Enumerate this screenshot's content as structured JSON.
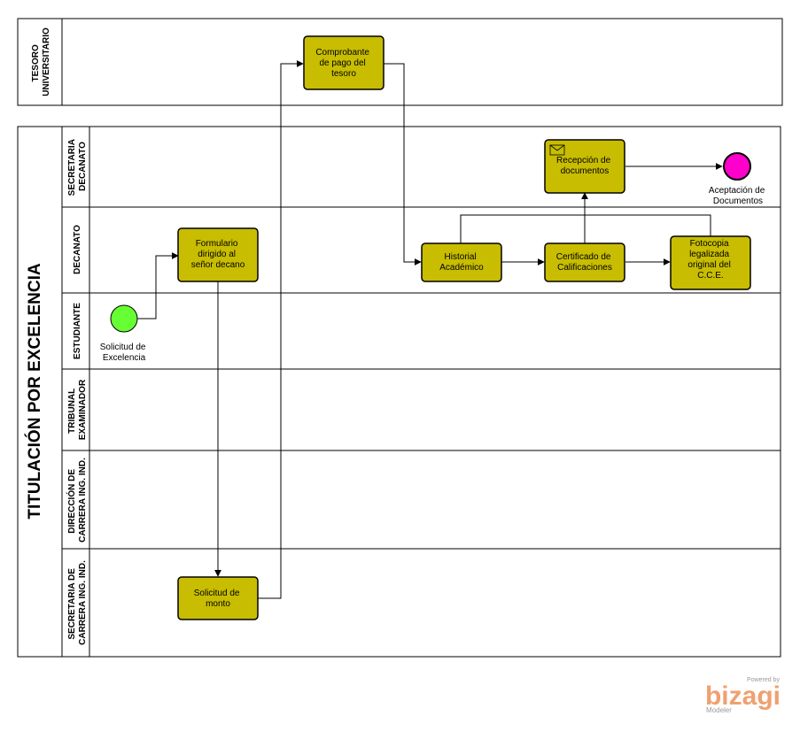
{
  "diagram": {
    "pool_title": "TITULACIÓN POR EXCELENCIA",
    "lanes": {
      "tesoro": [
        "TESORO",
        "UNIVERSITARIO"
      ],
      "secretaria_decanato": [
        "SECRETARIA",
        "DECANATO"
      ],
      "decanato": [
        "DECANATO"
      ],
      "estudiante": [
        "ESTUDIANTE"
      ],
      "tribunal": [
        "TRIBUNAL",
        "EXAMINADOR"
      ],
      "direccion": [
        "DIRECCIÓN DE",
        "CARRERA ING. IND."
      ],
      "secretaria_carrera": [
        "SECRETARIA DE",
        "CARRERA ING. IND."
      ]
    },
    "tasks": {
      "comprobante": [
        "Comprobante",
        "de pago del",
        "tesoro"
      ],
      "recepcion": [
        "Recepción de",
        "documentos"
      ],
      "formulario": [
        "Formulario",
        "dirigido al",
        "señor decano"
      ],
      "historial": [
        "Historial",
        "Académico"
      ],
      "certificado": [
        "Certificado de",
        "Calificaciones"
      ],
      "fotocopia": [
        "Fotocopia",
        "legalizada",
        "original del",
        "C.C.E."
      ],
      "solicitud_monto": [
        "Solicitud de",
        "monto"
      ]
    },
    "events": {
      "start": [
        "Solicitud de",
        "Excelencia"
      ],
      "end": [
        "Aceptación de",
        "Documentos"
      ]
    },
    "colors": {
      "task_fill": "#c8bd00",
      "start_event": "#66ff33",
      "end_event": "#ff00cc",
      "brand_orange": "#f0a070"
    }
  },
  "branding": {
    "powered_by": "Powered by",
    "name": "bizagi",
    "product": "Modeler"
  }
}
